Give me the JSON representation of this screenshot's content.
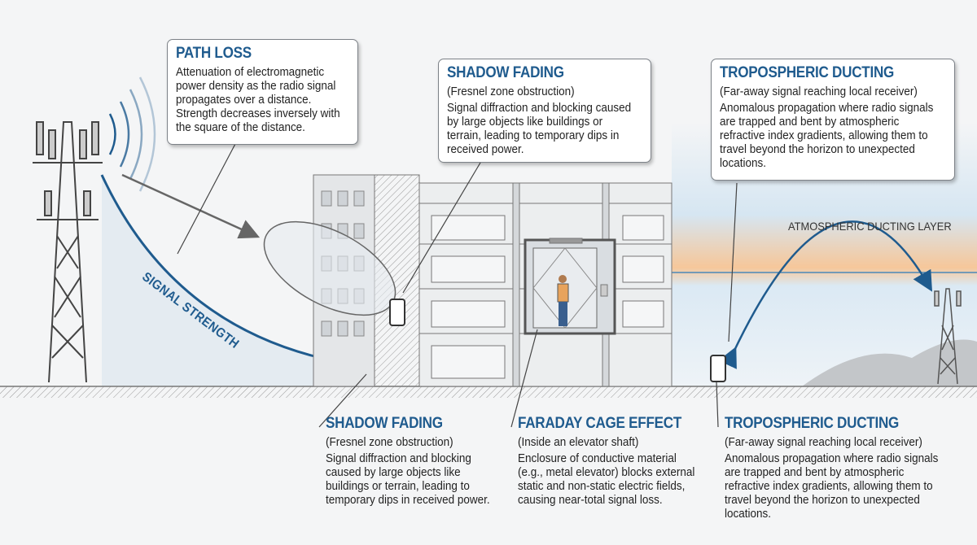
{
  "path_loss": {
    "title": "PATH LOSS",
    "lines": [
      "Attenuation of electromagnetic",
      "power density as the radio signal",
      "propagates over a distance.",
      "Strength decreases inversely with",
      "the square of the distance."
    ]
  },
  "shadow_fading_top": {
    "title": "SHADOW FADING",
    "subtitle": "(Fresnel zone obstruction)",
    "lines": [
      "Signal diffraction and blocking caused",
      "by large objects like buildings or",
      "terrain, leading to temporary dips in",
      "received power."
    ]
  },
  "tropo_top": {
    "title": "TROPOSPHERIC DUCTING",
    "subtitle": "(Far-away signal reaching local receiver)",
    "lines": [
      "Anomalous propagation where radio signals",
      "are trapped and bent by atmospheric",
      "refractive index gradients, allowing them to",
      "travel beyond the horizon to unexpected",
      "locations."
    ]
  },
  "shadow_fading_bottom": {
    "title": "SHADOW FADING",
    "subtitle": "(Fresnel zone obstruction)",
    "lines": [
      "Signal diffraction and blocking",
      "caused by large objects like",
      "buildings or terrain, leading to",
      "temporary dips in received power."
    ]
  },
  "faraday": {
    "title": "FARADAY CAGE EFFECT",
    "subtitle": "(Inside an elevator shaft)",
    "lines": [
      "Enclosure of conductive material",
      "(e.g., metal elevator) blocks external",
      "static and non-static electric fields,",
      "causing near-total signal loss."
    ]
  },
  "tropo_bottom": {
    "title": "TROPOSPHERIC DUCTING",
    "subtitle": "(Far-away signal reaching local receiver)",
    "lines": [
      "Anomalous propagation where radio signals",
      "are trapped and bent by atmospheric",
      "refractive index gradients, allowing them to",
      "travel beyond the horizon to unexpected",
      "locations."
    ]
  },
  "labels": {
    "signal_strength": "SIGNAL STRENGTH",
    "ducting_layer": "ATMOSPHERIC DUCTING LAYER"
  },
  "colors": {
    "accent": "#1f5b8e",
    "duct_band": "#f2b27a",
    "sky": "#cfe2f0"
  }
}
